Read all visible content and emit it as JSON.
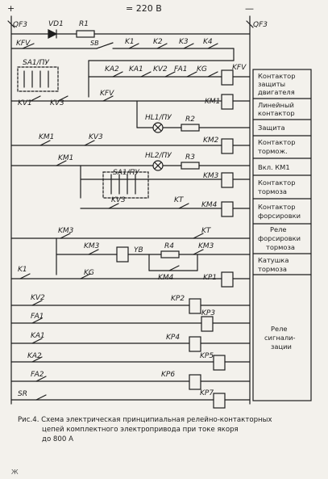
{
  "header": {
    "supply": "= 220 В",
    "plus": "+",
    "minus": "—",
    "breaker_left": "QF3",
    "breaker_right": "QF3",
    "diode": "VD1",
    "resistor": "R1"
  },
  "labels": {
    "KFV_top": "KFV",
    "SB": "SB",
    "K1": "K1",
    "K2": "K2",
    "K3": "K3",
    "K4": "K4",
    "SA1_top": "SA1/ПУ",
    "KA2_a": "KA2",
    "KA1_a": "KA1",
    "KV2_a": "KV2",
    "FA1_a": "FA1",
    "KG_a": "KG",
    "KFV_coil": "KFV",
    "KV1_a": "KV1",
    "KV3_a": "KV3",
    "KFV_b": "KFV",
    "KM1_coil": "KM1",
    "HL1": "HL1/ПУ",
    "R2": "R2",
    "KM1_b": "KM1",
    "KV3_b": "KV3",
    "KM2_coil": "KM2",
    "KM1_c": "KM1",
    "HL2": "HL2/ПУ",
    "R3": "R3",
    "SA1_mid": "SA1/ПУ",
    "KM3_coil": "KM3",
    "KV3_c": "KV3",
    "KT_a": "KT",
    "KM4_coil": "KM4",
    "KM3_a": "KM3",
    "KT_b": "KT",
    "KM3_b": "KM3",
    "YB": "YB",
    "R4": "R4",
    "KM3_c": "KM3",
    "KM4_b": "KM4",
    "K1_b": "K1",
    "KG_b": "KG",
    "KP1": "KP1",
    "KV2_b": "KV2",
    "KP2": "KP2",
    "FA1_b": "FA1",
    "KP3": "KP3",
    "KA1_b": "KA1",
    "KP4": "KP4",
    "KA2_b": "KA2",
    "KP5": "KP5",
    "FA2": "FA2",
    "KP6": "KP6",
    "SR": "SR",
    "KP7": "KP7"
  },
  "right_panel": [
    "Контактор",
    "защиты",
    "двигателя",
    "Линейный",
    "контактор",
    "Защита",
    "Контактор",
    "тормож.",
    "Вкл. КМ1",
    "Контактор",
    "тормоза",
    "Контактор",
    "форсировки",
    "Реле",
    "форсировки",
    "тормоза",
    "Катушка",
    "тормоза",
    "Реле",
    "сигнали-",
    "зации"
  ],
  "caption": {
    "line1": "Рис.4. Схема электрическая принципиальная релейно-контакторных",
    "line2": "цепей комплектного электропривода при токе якоря",
    "line3": "до 800 А"
  },
  "footer": "Ж"
}
